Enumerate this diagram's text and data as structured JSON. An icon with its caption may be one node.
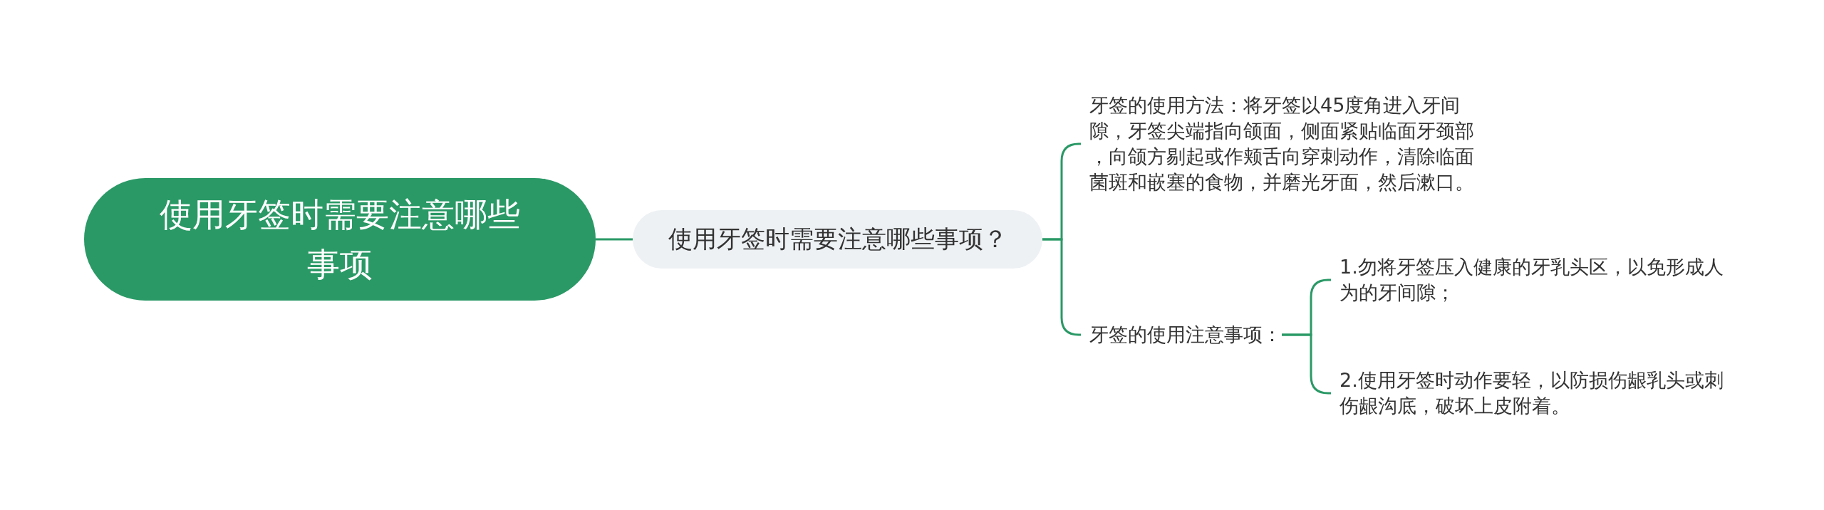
{
  "diagram": {
    "nodes": [
      {
        "text": [
          "使用牙签时需要注意哪些事项"
        ]
      },
      {
        "text": [
          "使用牙签时需要注意哪些事项？"
        ]
      },
      {
        "text": [
          "牙签的使用方法：将牙签以45度角进入牙间隙，牙签尖端指向颌面，侧面紧贴临面牙颈部，向颌方剔起或作颊舌向穿刺动作，清除临面菌斑和嵌塞的食物，并磨光牙面，然后漱口。"
        ]
      },
      {
        "text": [
          "牙签的使用注意事项："
        ]
      },
      {
        "text": [
          "1.勿将牙签压入健康的牙乳头区，以免形成人为的牙间隙；"
        ]
      },
      {
        "text": [
          "2.使用牙签时动作要轻，以防损伤龈乳头或刺伤龈沟底，破坏上皮附着。"
        ]
      }
    ],
    "edges": [
      {
        "from": 0,
        "to": 1,
        "arrow": "none"
      },
      {
        "from": 1,
        "to": 2,
        "arrow": "none"
      },
      {
        "from": 1,
        "to": 3,
        "arrow": "none"
      },
      {
        "from": 3,
        "to": 4,
        "arrow": "none"
      },
      {
        "from": 3,
        "to": 5,
        "arrow": "none"
      }
    ]
  }
}
